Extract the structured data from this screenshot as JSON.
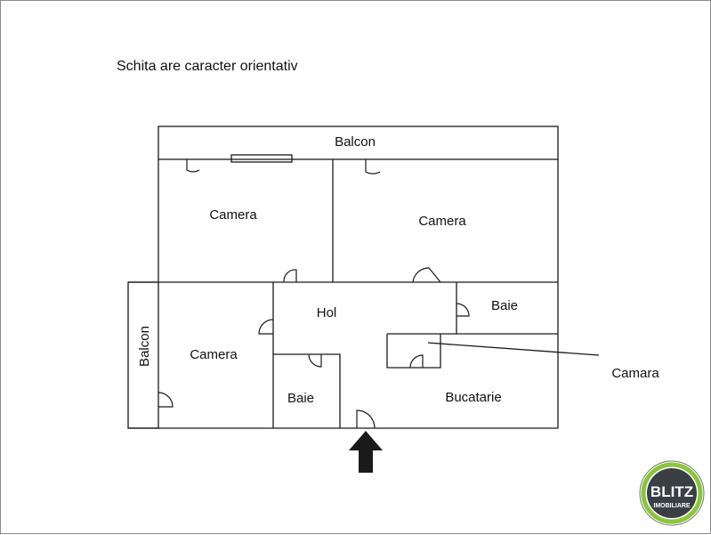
{
  "note": "Schita are caracter orientativ",
  "rooms": {
    "balcon_top": "Balcon",
    "camera_1": "Camera",
    "camera_2": "Camera",
    "camera_3": "Camera",
    "balcon_side": "Balcon",
    "hol": "Hol",
    "baie_1": "Baie",
    "baie_2": "Baie",
    "camara": "Camara",
    "bucatarie": "Bucatarie"
  },
  "logo": {
    "brand": "BLITZ",
    "sub": "IMOBILIARE",
    "accent": "#8bc53f"
  },
  "colors": {
    "walls": "#1a1a1a",
    "entrance_arrow": "#1a1a1a"
  }
}
